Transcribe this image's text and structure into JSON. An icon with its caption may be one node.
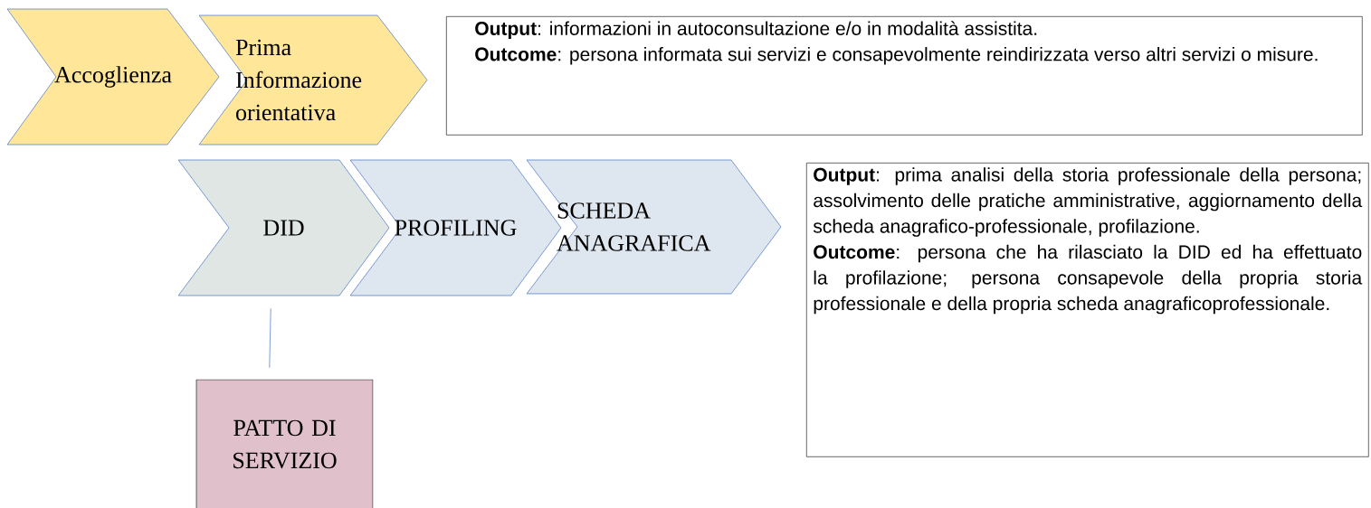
{
  "diagram": {
    "nodes": [
      {
        "text": [
          "Accoglienza"
        ]
      },
      {
        "text": [
          "Prima Informazione orientativa"
        ]
      },
      {
        "text": [
          "**Output**: informazioni in autoconsultazione e/o in modalità assistita.",
          "**Outcome**: persona informata sui servizi e consapevolmente reindirizzata verso altri servizi o misure."
        ]
      },
      {
        "text": [
          "DID"
        ]
      },
      {
        "text": [
          "PROFILING"
        ]
      },
      {
        "text": [
          "SCHEDA ANAGRAFICA"
        ]
      },
      {
        "text": [
          "**Output**: prima analisi della storia professionale della persona; assolvimento delle pratiche amministrative, aggiornamento della scheda anagrafico-professionale, profilazione.",
          "**Outcome**: persona che ha rilasciato la DID ed ha effettuato la profilazione; persona consapevole della propria storia professionale e della propria scheda anagraficoprofessionale."
        ]
      },
      {
        "text": [
          "PATTO DI SERVIZIO"
        ]
      }
    ],
    "edges": [
      {
        "from": 3,
        "to": 7,
        "arrow": "none"
      }
    ]
  }
}
